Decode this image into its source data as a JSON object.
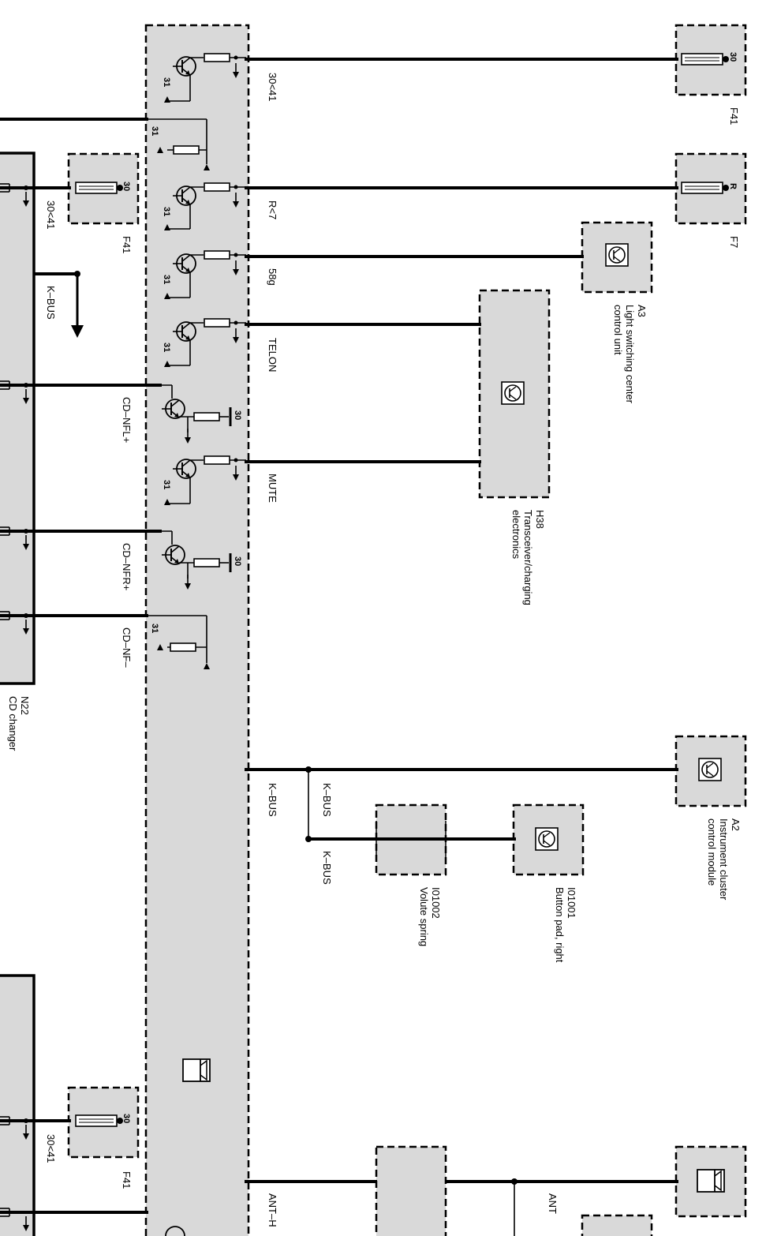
{
  "harness_labels": {
    "f41_top": "F41",
    "f7": "F7",
    "f41_left": "F41",
    "f41_bottom": "F41"
  },
  "pins": {
    "p30": "30",
    "pR": "R",
    "p31": "31"
  },
  "signals": {
    "s_30_41_top": "30<41",
    "s_r7": "R<7",
    "s_58g": "58g",
    "s_telon": "TELON",
    "s_mute": "MUTE",
    "s_kbus_main": "K–BUS",
    "s_kbus_a": "K–BUS",
    "s_kbus_b": "K–BUS",
    "s_ant_h": "ANT–H",
    "s_ant": "ANT",
    "s_30_41_left": "30<41",
    "s_30_41_bottom": "30<41",
    "s_kbus_left": "K–BUS",
    "s_cd_nfl": "CD–NFL+",
    "s_cd_nfr": "CD–NFR+",
    "s_cd_nf": "CD–NF–"
  },
  "components": {
    "a3_code": "A3",
    "a3_name_1": "Light switching center",
    "a3_name_2": "control unit",
    "h38_code": "H38",
    "h38_name_1": "Transceiver/charging",
    "h38_name_2": "electronics",
    "a2_code": "A2",
    "a2_name_1": "Instrument cluster",
    "a2_name_2": "control module",
    "i01001_code": "I01001",
    "i01001_name": "Button pad, right",
    "i01002_code": "I01002",
    "i01002_name": "Volute spring",
    "n22_code": "N22",
    "n22_name": "CD changer"
  },
  "icons": [
    "transistor-symbol",
    "resistor-symbol",
    "ground-arrow",
    "fuse-symbol",
    "control-unit-icon",
    "radio-module-icon"
  ]
}
